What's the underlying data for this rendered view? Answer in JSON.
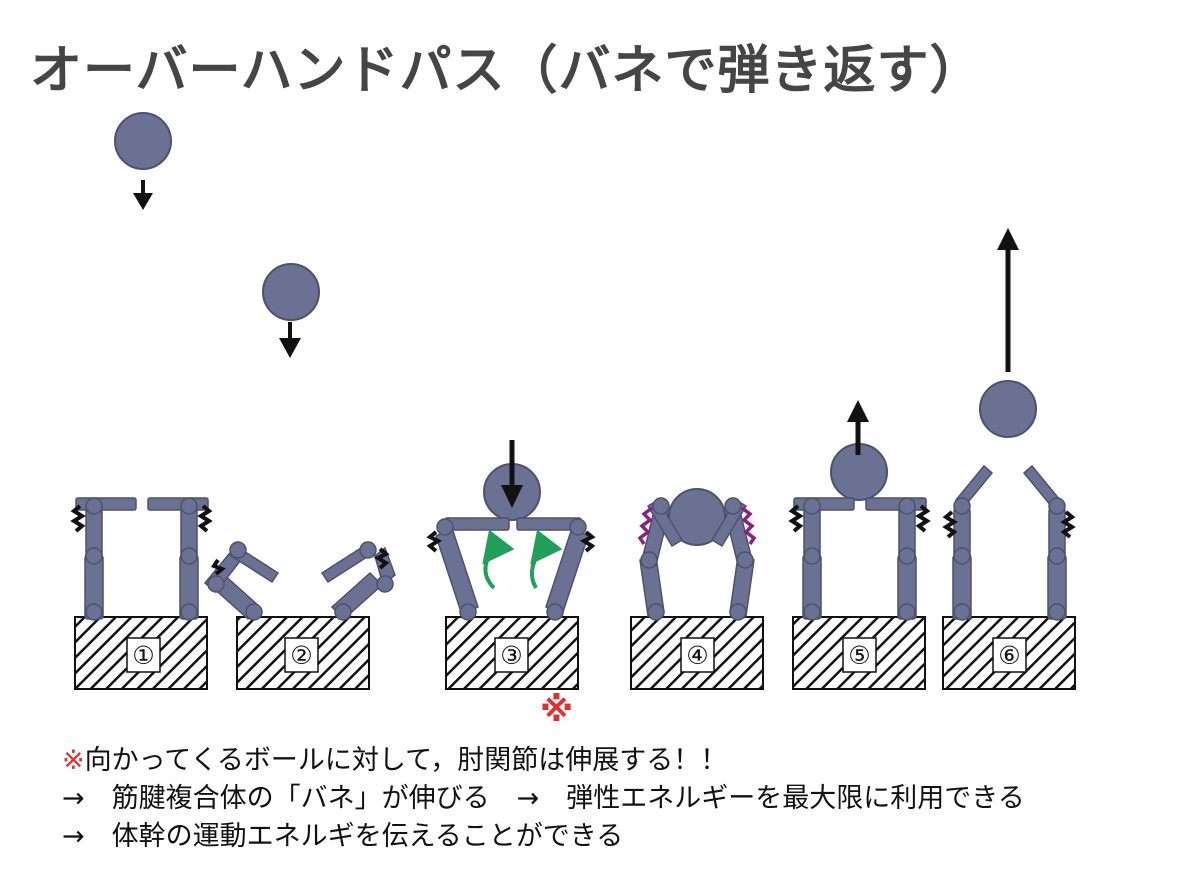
{
  "title": "オーバーハンドパス（バネで弾き返す）",
  "stages": [
    "①",
    "②",
    "③",
    "④",
    "⑤",
    "⑥"
  ],
  "note_mark": "※",
  "notes": {
    "line1_mark": "※",
    "line1_text": "向かってくるボールに対して，肘関節は伸展する！！",
    "line2_text": "→　筋腱複合体の「バネ」が伸びる　→　弾性エネルギーを最大限に利用できる",
    "line3_text": "→　体幹の運動エネルギを伝えることができる"
  },
  "colors": {
    "figure": "#6b7193",
    "figure_stroke": "#4d5170",
    "spring": "#111111",
    "spring_stretched": "#8a1f8a",
    "rotation_arrow": "#21a05a",
    "note_red": "#e03030"
  }
}
